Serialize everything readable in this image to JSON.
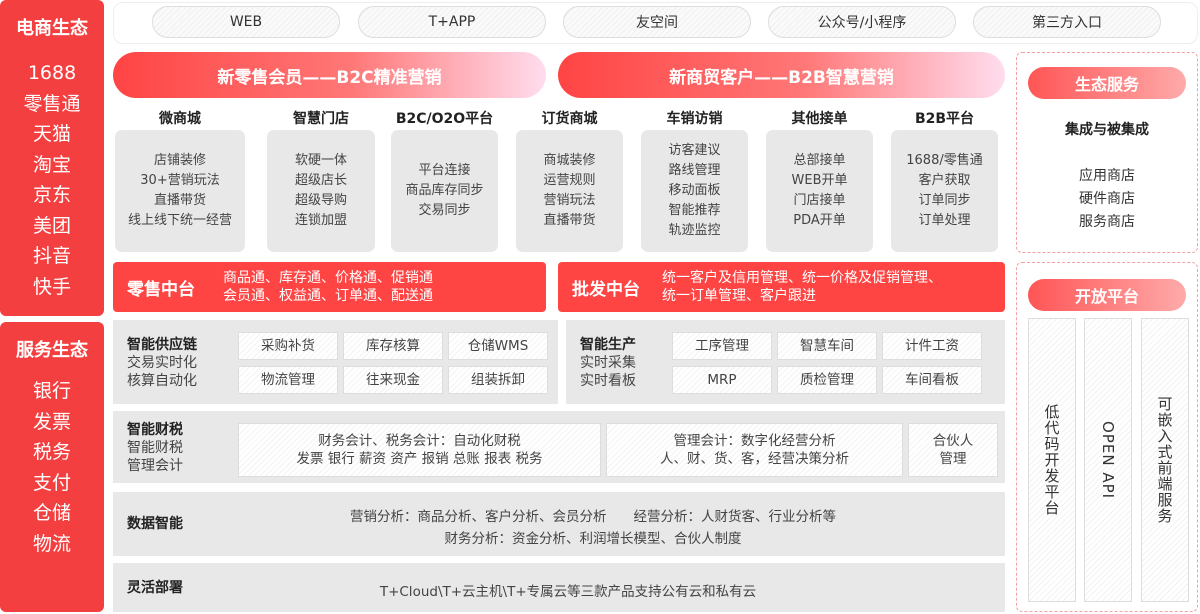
{
  "ecommerce": {
    "title": "电商生态",
    "items": [
      "1688",
      "零售通",
      "天猫",
      "淘宝",
      "京东",
      "美团",
      "抖音",
      "快手"
    ]
  },
  "service": {
    "title": "服务生态",
    "items": [
      "银行",
      "发票",
      "税务",
      "支付",
      "仓储",
      "物流"
    ]
  },
  "channels": [
    "WEB",
    "T+APP",
    "友空间",
    "公众号/小程序",
    "第三方入口"
  ],
  "b2c_banner": "新零售会员——B2C精准营销",
  "b2b_banner": "新商贸客户——B2B智慧营销",
  "columns": [
    {
      "title": "微商城",
      "items": [
        "店铺装修",
        "30+营销玩法",
        "直播带货",
        "线上线下统一经营"
      ]
    },
    {
      "title": "智慧门店",
      "items": [
        "软硬一体",
        "超级店长",
        "超级导购",
        "连锁加盟"
      ]
    },
    {
      "title": "B2C/O2O平台",
      "items": [
        "平台连接",
        "商品库存同步",
        "交易同步"
      ]
    },
    {
      "title": "订货商城",
      "items": [
        "商城装修",
        "运营规则",
        "营销玩法",
        "直播带货"
      ]
    },
    {
      "title": "车销访销",
      "items": [
        "访客建议",
        "路线管理",
        "移动面板",
        "智能推荐",
        "轨迹监控"
      ]
    },
    {
      "title": "其他接单",
      "items": [
        "总部接单",
        "WEB开单",
        "门店接单",
        "PDA开单"
      ]
    },
    {
      "title": "B2B平台",
      "items": [
        "1688/零售通",
        "客户获取",
        "订单同步",
        "订单处理"
      ]
    }
  ],
  "retail_mid": {
    "title": "零售中台",
    "lines": [
      "商品通、库存通、价格通、促销通",
      "会员通、权益通、订单通、配送通"
    ]
  },
  "wholesale_mid": {
    "title": "批发中台",
    "lines": [
      "统一客户及信用管理、统一价格及促销管理、",
      "统一订单管理、客户跟进"
    ]
  },
  "supply": {
    "title": "智能供应链",
    "lines": [
      "交易实时化",
      "核算自动化"
    ],
    "cells": [
      "采购补货",
      "库存核算",
      "仓储WMS",
      "物流管理",
      "往来现金",
      "组装拆卸"
    ]
  },
  "production": {
    "title": "智能生产",
    "lines": [
      "实时采集",
      "实时看板"
    ],
    "cells": [
      "工序管理",
      "智慧车间",
      "计件工资",
      "MRP",
      "质检管理",
      "车间看板"
    ]
  },
  "finance": {
    "title": "智能财税",
    "lines": [
      "智能财税",
      "管理会计"
    ],
    "cells": [
      [
        "财务会计、税务会计：自动化财税",
        "发票 银行 薪资 资产 报销 总账 报表 税务"
      ],
      [
        "管理会计：数字化经营分析",
        "人、财、货、客，经营决策分析"
      ],
      [
        "合伙人",
        "管理"
      ]
    ]
  },
  "data": {
    "title": "数据智能",
    "lines": [
      "营销分析：商品分析、客户分析、会员分析　　经营分析：人财货客、行业分析等",
      "财务分析：资金分析、利润增长模型、合伙人制度"
    ]
  },
  "deploy": {
    "title": "灵活部署",
    "text": "T+Cloud\\T+云主机\\T+专属云等三款产品支持公有云和私有云"
  },
  "eco_service": {
    "title": "生态服务",
    "subtitle": "集成与被集成",
    "items": [
      "应用商店",
      "硬件商店",
      "服务商店"
    ]
  },
  "open_platform": {
    "title": "开放平台",
    "items": [
      "低代码开发平台",
      "OPEN API",
      "可嵌入式前端服务"
    ]
  }
}
